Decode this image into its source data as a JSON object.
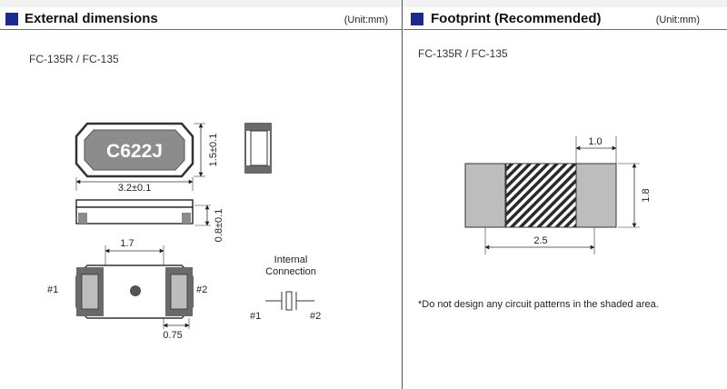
{
  "left_panel": {
    "title": "External dimensions",
    "unit": "(Unit:mm)",
    "model": "FC-135R / FC-135",
    "package_marking": "C622J",
    "dimensions": {
      "length": "3.2±0.1",
      "width": "1.5±0.1",
      "height": "0.8±0.1",
      "pad_pitch": "1.7",
      "pad_width": "0.75"
    },
    "pin_labels": {
      "pin1": "#1",
      "pin2": "#2"
    },
    "internal_connection": {
      "line1": "Internal",
      "line2": "Connection",
      "pin1": "#1",
      "pin2": "#2"
    }
  },
  "right_panel": {
    "title": "Footprint (Recommended)",
    "unit": "(Unit:mm)",
    "model": "FC-135R / FC-135",
    "dimensions": {
      "pad_width": "1.0",
      "pad_height": "1.8",
      "total_length": "2.5"
    },
    "note": "*Do not design any circuit patterns in the shaded area."
  },
  "colors": {
    "header_marker": "#1b2a8e",
    "pad_gray": "#bdbdbd",
    "package_gray": "#8c8c8c"
  }
}
